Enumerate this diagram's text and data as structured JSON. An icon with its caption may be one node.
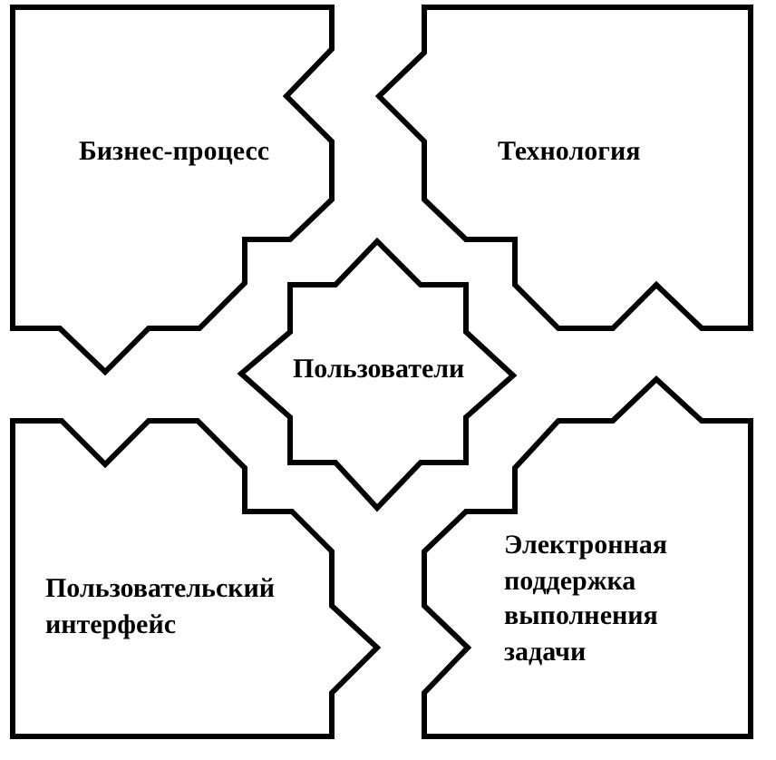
{
  "diagram": {
    "nodes": [
      {
        "text": [
          "Бизнес-процесс"
        ]
      },
      {
        "text": [
          "Технология"
        ]
      },
      {
        "text": [
          "Пользователи"
        ]
      },
      {
        "text": [
          "Пользовательский интерфейс"
        ]
      },
      {
        "text": [
          "Электронная поддержка выполнения задачи"
        ]
      }
    ]
  }
}
